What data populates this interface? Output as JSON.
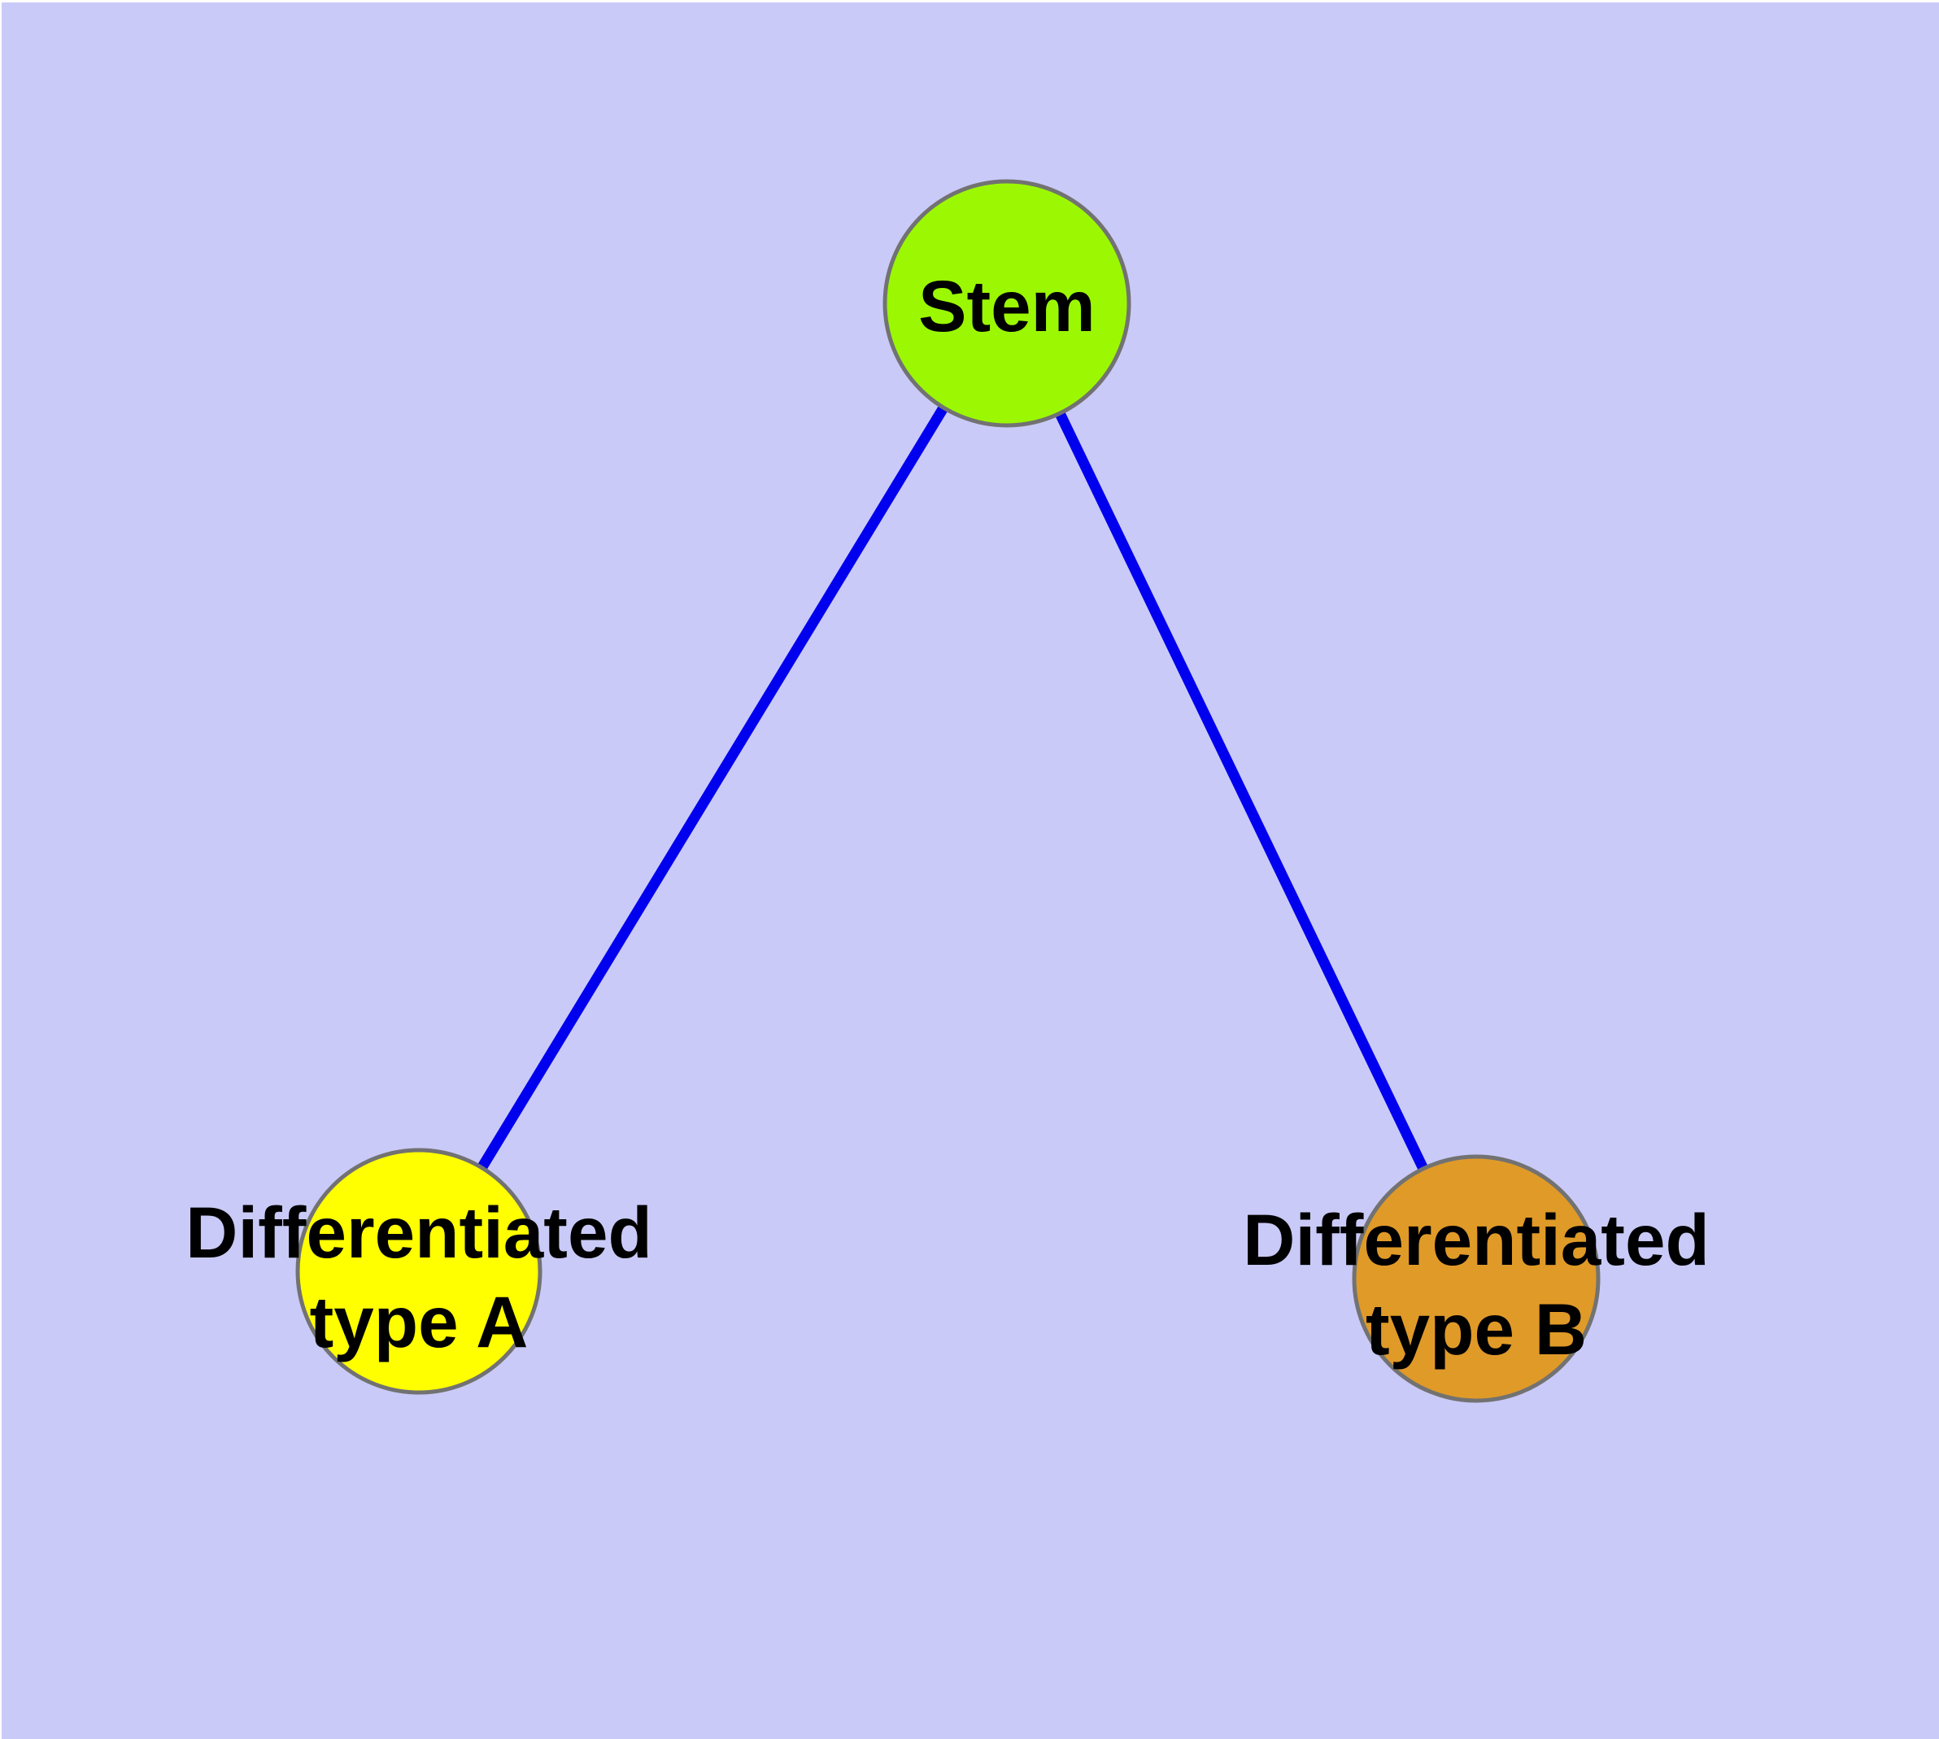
{
  "theme": {
    "frame_color": "#ffffff",
    "background": "#CACAF8",
    "edge_color": "#0000EE",
    "node_border": "#727272",
    "label_color": "#000000"
  },
  "diagram": {
    "type": "node-link-graph",
    "title": "",
    "nodes": [
      {
        "id": "stem",
        "label": "Stem",
        "lines": [
          "Stem"
        ],
        "fill": "#9BF802",
        "role": "root"
      },
      {
        "id": "differentiated-type-a",
        "label": "Differentiated type A",
        "lines": [
          "Differentiated",
          "type A"
        ],
        "fill": "#FFFF00",
        "role": "leaf"
      },
      {
        "id": "differentiated-type-b",
        "label": "Differentiated type B",
        "lines": [
          "Differentiated",
          "type B"
        ],
        "fill": "#E09A28",
        "role": "leaf"
      }
    ],
    "edges": [
      {
        "from": "stem",
        "to": "differentiated-type-a"
      },
      {
        "from": "stem",
        "to": "differentiated-type-b"
      }
    ]
  }
}
